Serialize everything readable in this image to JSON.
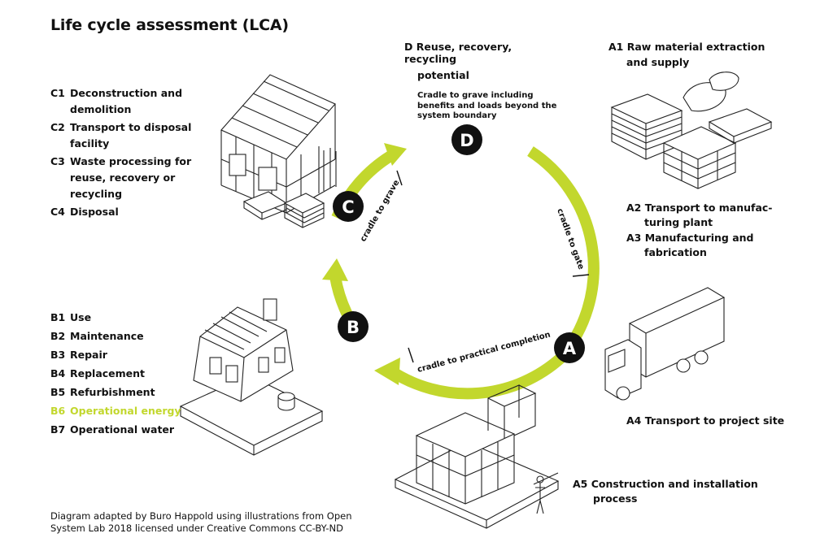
{
  "title": "Life cycle assessment (LCA)",
  "accent_color": "#c2d72d",
  "nodes": {
    "a": "A",
    "b": "B",
    "c": "C",
    "d": "D"
  },
  "arc_labels": {
    "gate": "cradle to gate",
    "practical": "cradle to practical completion",
    "grave": "cradle to grave"
  },
  "d_group": {
    "code": "D",
    "label_line1": "Reuse, recovery, recycling",
    "label_line2": "potential",
    "note_line1": "Cradle to grave including",
    "note_line2": "benefits and loads beyond the",
    "note_line3": "system boundary"
  },
  "c_group": [
    {
      "code": "C1",
      "line1": "Deconstruction and",
      "line2": "demolition"
    },
    {
      "code": "C2",
      "line1": "Transport to disposal",
      "line2": "facility"
    },
    {
      "code": "C3",
      "line1": "Waste processing for",
      "line2": "reuse, recovery or",
      "line3": "recycling"
    },
    {
      "code": "C4",
      "line1": "Disposal"
    }
  ],
  "b_group": [
    {
      "code": "B1",
      "label": "Use"
    },
    {
      "code": "B2",
      "label": "Maintenance"
    },
    {
      "code": "B3",
      "label": "Repair"
    },
    {
      "code": "B4",
      "label": "Replacement"
    },
    {
      "code": "B5",
      "label": "Refurbishment"
    },
    {
      "code": "B6",
      "label": "Operational energy"
    },
    {
      "code": "B7",
      "label": "Operational water"
    }
  ],
  "a_group": {
    "a1": {
      "code": "A1",
      "line1": "Raw material extraction",
      "line2": "and supply"
    },
    "a2": {
      "code": "A2",
      "line1": "Transport to manufac-",
      "line2": "turing plant"
    },
    "a3": {
      "code": "A3",
      "line1": "Manufacturing and",
      "line2": "fabrication"
    },
    "a4": {
      "code": "A4",
      "label": "Transport to project site"
    },
    "a5": {
      "code": "A5",
      "line1": "Construction and installation",
      "line2": "process"
    }
  },
  "credit_line1": "Diagram adapted by Buro Happold using illustrations from Open",
  "credit_line2": "System Lab 2018 licensed under Creative Commons CC-BY-ND"
}
